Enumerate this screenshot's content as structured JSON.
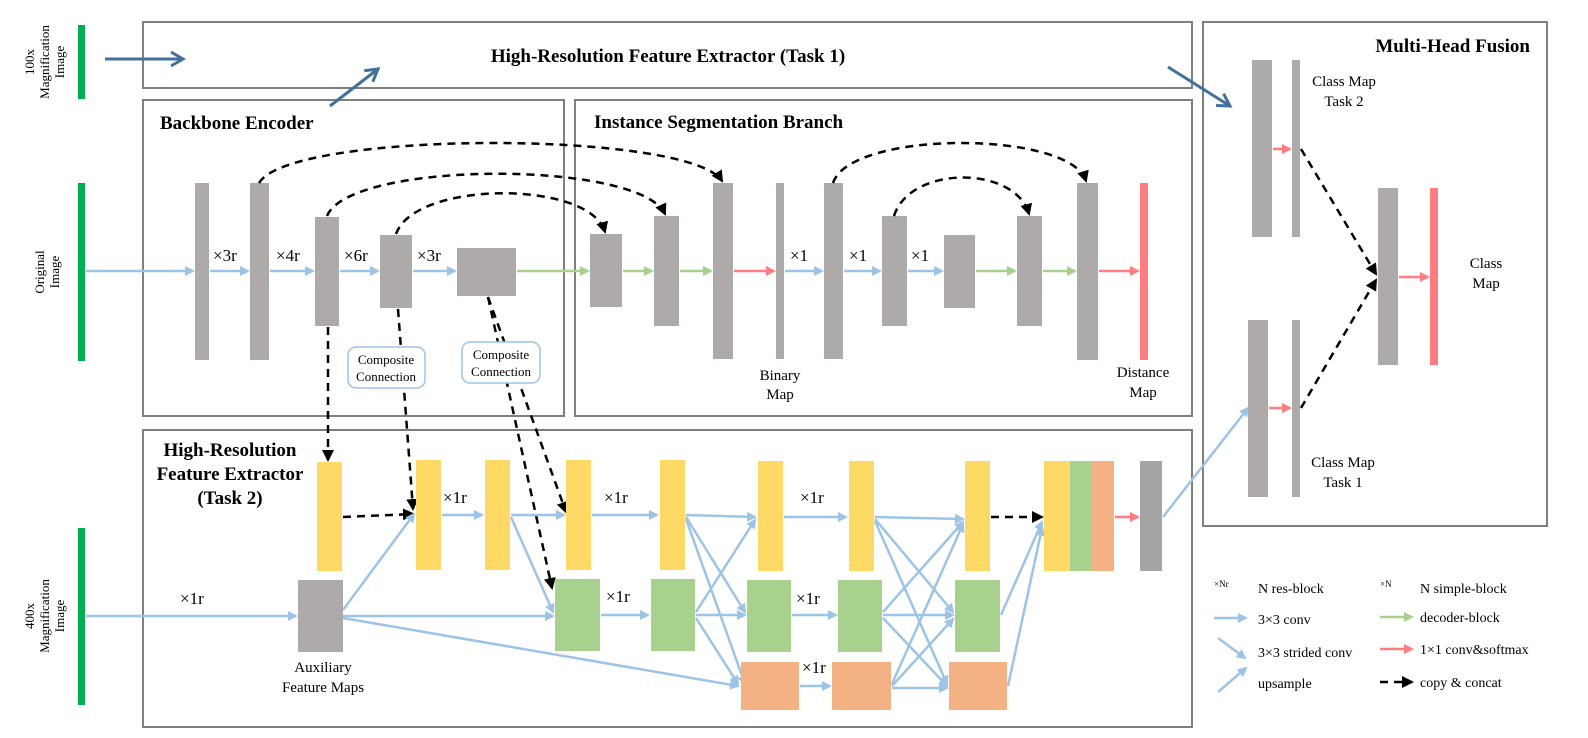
{
  "inputs": {
    "mag100": "100x Magnification Image",
    "original": "Original Image",
    "mag400": "400x Magnification Image"
  },
  "panels": {
    "hr_task1": "High-Resolution Feature Extractor  (Task 1)",
    "backbone": "Backbone Encoder",
    "instance": "Instance Segmentation Branch",
    "hr_task2_line1": "High-Resolution",
    "hr_task2_line2": "Feature Extractor",
    "hr_task2_line3": "(Task 2)",
    "fusion": "Multi-Head Fusion"
  },
  "repeats": {
    "r3a": "×3r",
    "r4": "×4r",
    "r6": "×6r",
    "r3b": "×3r",
    "s1a": "×1",
    "s1b": "×1",
    "s1c": "×1",
    "hr1": "×1r",
    "hr2": "×1r",
    "hr3": "×1r",
    "hr4": "×1r",
    "hr5": "×1r",
    "hr6": "×1r",
    "hr7": "×1r"
  },
  "labels": {
    "composite1_l1": "Composite",
    "composite1_l2": "Connection",
    "composite2_l1": "Composite",
    "composite2_l2": "Connection",
    "binary_l1": "Binary",
    "binary_l2": "Map",
    "distance_l1": "Distance",
    "distance_l2": "Map",
    "aux_l1": "Auxiliary",
    "aux_l2": "Feature Maps",
    "cm2_l1": "Class Map",
    "cm2_l2": "Task 2",
    "cm1_l1": "Class Map",
    "cm1_l2": "Task 1",
    "cm_l1": "Class",
    "cm_l2": "Map"
  },
  "legend": {
    "nr_symbol": "×Nr",
    "nr_text": "N res-block",
    "n_symbol": "×N",
    "n_text": "N simple-block",
    "conv": "3×3 conv",
    "decoder": "decoder-block",
    "strided": "3×3 strided conv",
    "softmax": "1×1 conv&softmax",
    "upsample": "upsample",
    "concat": "copy & concat"
  },
  "colors": {
    "gray_block": "#aeaaaa",
    "yellow_block": "#ffd966",
    "green_block": "#a9d18e",
    "orange_block": "#f4b183",
    "output_red": "#ff7c80",
    "input_green": "#00b050",
    "conv_blue": "#9dc3e6",
    "flow_arrow": "#41719c"
  }
}
